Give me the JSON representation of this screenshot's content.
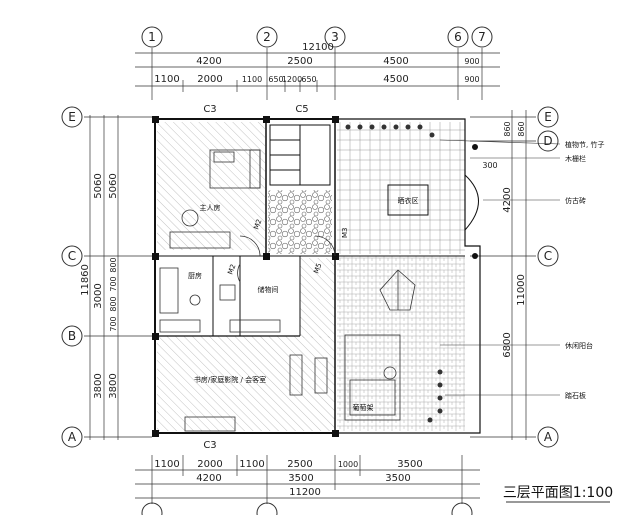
{
  "drawing": {
    "title": "三层平面图1:100"
  },
  "axes": {
    "columns": [
      "1",
      "2",
      "3",
      "6",
      "7"
    ],
    "rows": [
      "E",
      "D",
      "C",
      "B",
      "A"
    ]
  },
  "dims_top": {
    "total": "12100",
    "segments": [
      "4200",
      "2500",
      "4500",
      "900"
    ],
    "sub": [
      "1100",
      "2000",
      "1100",
      "650",
      "1200",
      "650",
      "4500",
      "900"
    ]
  },
  "dims_bottom": {
    "sub": [
      "1100",
      "2000",
      "1100",
      "2500",
      "1000",
      "3500"
    ],
    "mid": [
      "4200",
      "3500",
      "3500"
    ],
    "total": "11200"
  },
  "dims_left": {
    "outer": [
      "5060",
      "3000",
      "3800"
    ],
    "inner": [
      "5060",
      "800",
      "700",
      "800",
      "700",
      "3800"
    ],
    "total": "11860"
  },
  "dims_right": {
    "top": [
      "860",
      "860",
      "300"
    ],
    "mid": "4200",
    "long": "11000",
    "bottom": "6800"
  },
  "labels": {
    "window_c3_top": "C3",
    "window_c5": "C5",
    "window_c3_bottom": "C3",
    "laundry": "晒衣区",
    "bath": "厨房",
    "storage": "储物间",
    "bedroom": "主人房",
    "study": "书房/家庭影院 / 会客室",
    "pergola": "葡萄架",
    "door1": "M2",
    "door2": "M3",
    "door3": "M2",
    "door4": "M5"
  },
  "callouts": {
    "plants": "植物节, 竹子",
    "fence": "木栅栏",
    "brick": "仿古砖",
    "terrace": "休闲阳台",
    "stone": "踏石板"
  }
}
